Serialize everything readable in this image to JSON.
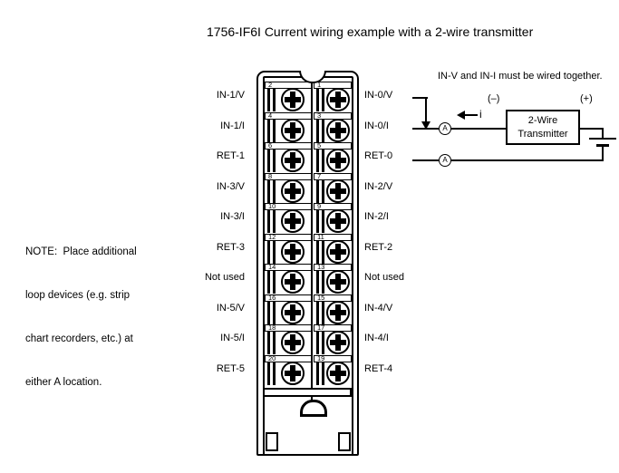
{
  "title": "1756-IF6I Current wiring example with a 2-wire transmitter",
  "note": {
    "lines": [
      "NOTE:  Place additional",
      "loop devices (e.g. strip",
      "chart recorders, etc.) at",
      "either A location."
    ]
  },
  "wiring": {
    "callout": "IN-V and IN-I must be wired together.",
    "neg_label": "(–)",
    "pos_label": "(+)",
    "current_label": "i",
    "ammeter_label": "A",
    "transmitter_line1": "2-Wire",
    "transmitter_line2": "Transmitter"
  },
  "terminal_block": {
    "rows": [
      {
        "left_num": "2",
        "right_num": "1",
        "left_label": "IN-1/V",
        "right_label": "IN-0/V"
      },
      {
        "left_num": "4",
        "right_num": "3",
        "left_label": "IN-1/I",
        "right_label": "IN-0/I"
      },
      {
        "left_num": "6",
        "right_num": "5",
        "left_label": "RET-1",
        "right_label": "RET-0"
      },
      {
        "left_num": "8",
        "right_num": "7",
        "left_label": "IN-3/V",
        "right_label": "IN-2/V"
      },
      {
        "left_num": "10",
        "right_num": "9",
        "left_label": "IN-3/I",
        "right_label": "IN-2/I"
      },
      {
        "left_num": "12",
        "right_num": "11",
        "left_label": "RET-3",
        "right_label": "RET-2"
      },
      {
        "left_num": "14",
        "right_num": "13",
        "left_label": "Not used",
        "right_label": "Not used"
      },
      {
        "left_num": "16",
        "right_num": "15",
        "left_label": "IN-5/V",
        "right_label": "IN-4/V"
      },
      {
        "left_num": "18",
        "right_num": "17",
        "left_label": "IN-5/I",
        "right_label": "IN-4/I"
      },
      {
        "left_num": "20",
        "right_num": "19",
        "left_label": "RET-5",
        "right_label": "RET-4"
      }
    ]
  },
  "colors": {
    "ink": "#000000",
    "paper": "#ffffff"
  }
}
